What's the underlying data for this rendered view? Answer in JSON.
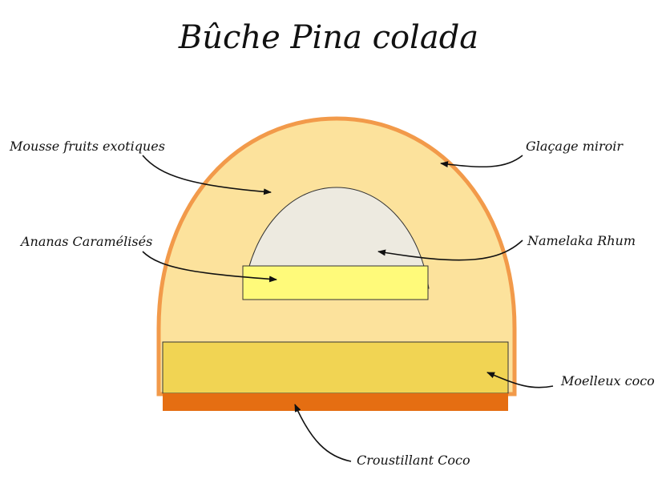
{
  "title": "Bûche Pina colada",
  "labels": {
    "mousse": "Mousse fruits exotiques",
    "glacage": "Glaçage miroir",
    "ananas": "Ananas Caramélisés",
    "namelaka": "Namelaka Rhum",
    "moelleux": "Moelleux coco",
    "croustillant": "Croustillant Coco"
  },
  "colors": {
    "glacage": "#F29A4A",
    "mousse": "#FCE29C",
    "namelaka": "#EDEAE0",
    "ananas": "#FFFA7A",
    "moelleux": "#F1D453",
    "croustillant": "#E56E12"
  }
}
